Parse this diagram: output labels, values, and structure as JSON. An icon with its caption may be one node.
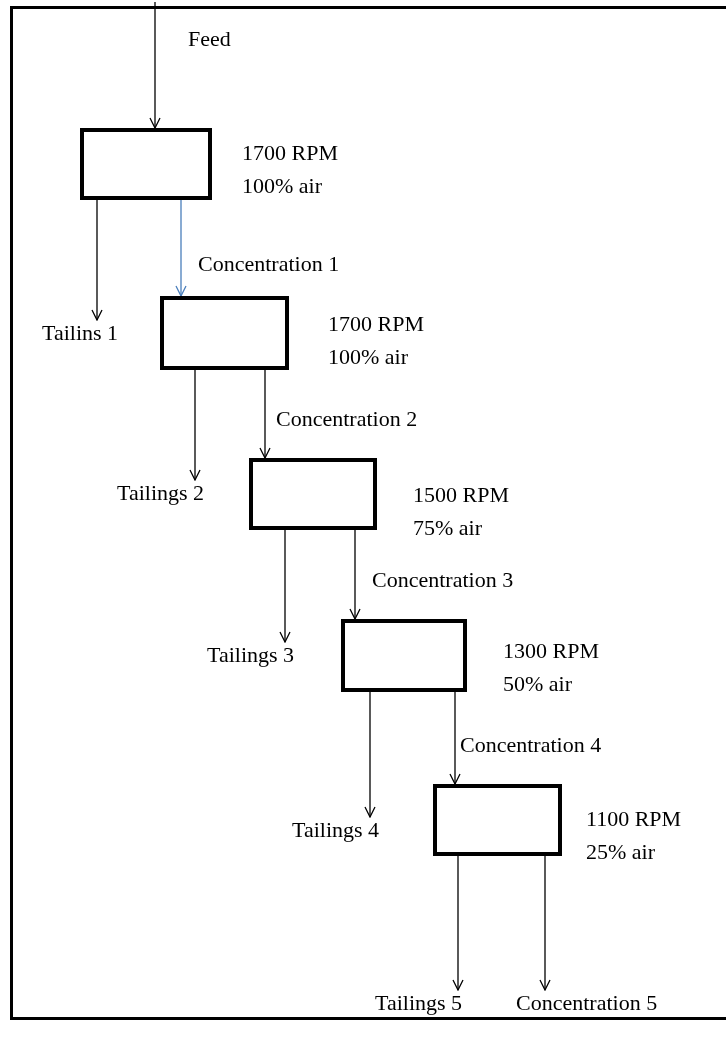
{
  "diagram": {
    "nodes": [
      {
        "text": [],
        "shape": "box",
        "beside": [
          "1700 RPM",
          "100% air"
        ]
      },
      {
        "text": [
          "Tailins 1"
        ]
      },
      {
        "text": [],
        "shape": "box",
        "beside": [
          "1700 RPM",
          "100% air"
        ]
      },
      {
        "text": [
          "Tailings 2"
        ]
      },
      {
        "text": [],
        "shape": "box",
        "beside": [
          "1500 RPM",
          "75% air"
        ]
      },
      {
        "text": [
          "Tailings 3"
        ]
      },
      {
        "text": [],
        "shape": "box",
        "beside": [
          "1300 RPM",
          "50% air"
        ]
      },
      {
        "text": [
          "Tailings 4"
        ]
      },
      {
        "text": [],
        "shape": "box",
        "beside": [
          "1100 RPM",
          "25% air"
        ]
      },
      {
        "text": [
          "Tailings 5"
        ]
      },
      {
        "text": [
          "Concentration 5"
        ]
      }
    ],
    "edges": [
      {
        "from": null,
        "to": 0,
        "arrow": "to",
        "label": "Feed"
      },
      {
        "from": 0,
        "to": 1,
        "arrow": "to"
      },
      {
        "from": 0,
        "to": 2,
        "arrow": "to",
        "label": "Concentration 1",
        "color": "#4a7ebb"
      },
      {
        "from": 2,
        "to": 3,
        "arrow": "to"
      },
      {
        "from": 2,
        "to": 4,
        "arrow": "to",
        "label": "Concentration 2"
      },
      {
        "from": 4,
        "to": 5,
        "arrow": "to"
      },
      {
        "from": 4,
        "to": 6,
        "arrow": "to",
        "label": "Concentration 3"
      },
      {
        "from": 6,
        "to": 7,
        "arrow": "to"
      },
      {
        "from": 6,
        "to": 8,
        "arrow": "to",
        "label": "Concentration 4"
      },
      {
        "from": 8,
        "to": 9,
        "arrow": "to"
      },
      {
        "from": 8,
        "to": 10,
        "arrow": "to"
      }
    ]
  }
}
